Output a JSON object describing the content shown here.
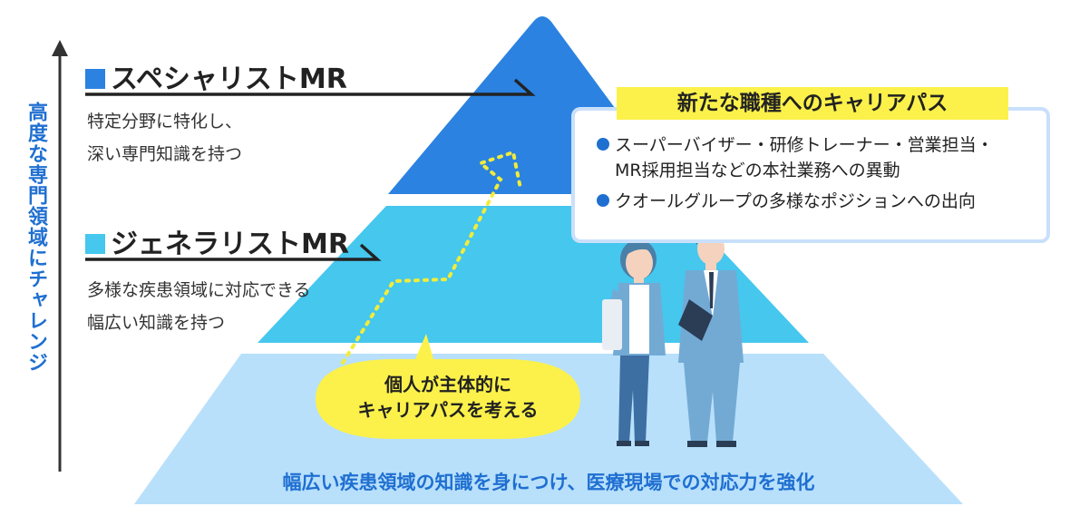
{
  "axis": {
    "label": "高度な専門領域にチャレンジ"
  },
  "specialist": {
    "title": "スペシャリストMR",
    "desc_line1": "特定分野に特化し、",
    "desc_line2": "深い専門知識を持つ"
  },
  "generalist": {
    "title": "ジェネラリストMR",
    "desc_line1": "多様な疾患領域に対応できる",
    "desc_line2": "幅広い知識を持つ"
  },
  "career": {
    "title": "新たな職種へのキャリアパス",
    "item1_line1": "スーパーバイザー・研修トレーナー・営業担当・",
    "item1_line2": "MR採用担当などの本社業務への異動",
    "item2": "クオールグループの多様なポジションへの出向"
  },
  "bubble": {
    "line1": "個人が主体的に",
    "line2": "キャリアパスを考える"
  },
  "base": {
    "text": "幅広い疾患領域の知識を身につけ、医療現場での対応力を強化"
  },
  "colors": {
    "top_tier": "#2b82e0",
    "middle_tier": "#45c7ee",
    "base_tier": "#b8e0fb",
    "accent_blue": "#1f6fd1",
    "highlight_yellow": "#fbf14a",
    "dotted_path": "#f2ec3a"
  },
  "icons": {
    "figures": "two-businesspeople-illustration"
  }
}
